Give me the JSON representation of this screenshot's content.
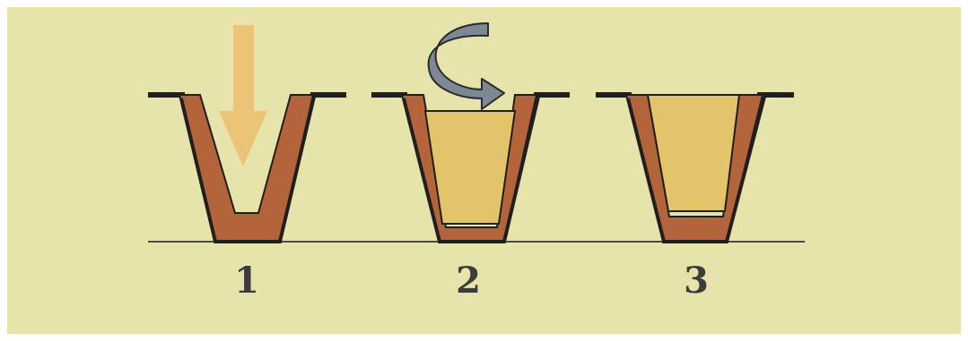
{
  "steps": [
    {
      "number": "1",
      "icon": "down-arrow-icon"
    },
    {
      "number": "2",
      "icon": "curved-arrow-icon"
    },
    {
      "number": "3"
    }
  ],
  "colors": {
    "background": "#e6e3ab",
    "crucible_wall": "#b4643a",
    "outline": "#1f1f1f",
    "fill": "#e4c46a",
    "pour_arrow": "#ebc477",
    "turn_arrow": "#7c8894"
  }
}
